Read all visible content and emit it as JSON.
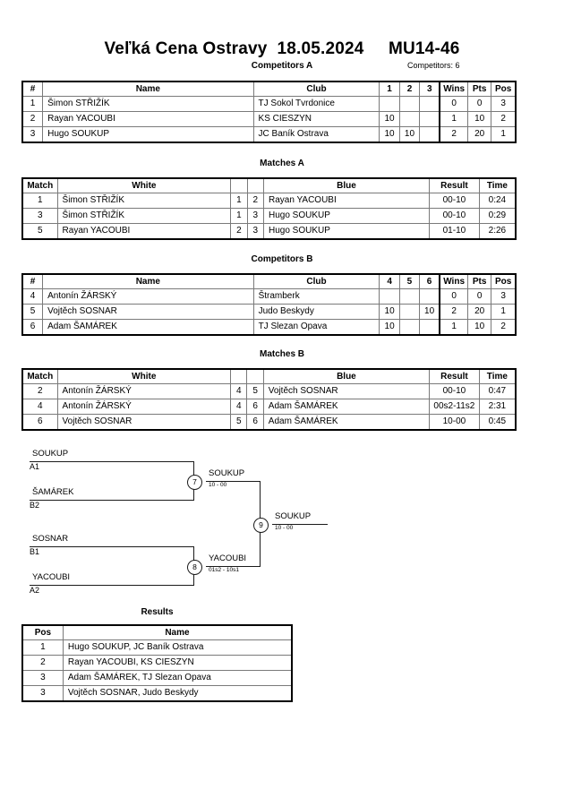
{
  "header": {
    "title": "Veľká Cena Ostravy  18.05.2024     MU14-46",
    "competitors_label": "Competitors: 6"
  },
  "captions": {
    "competitors_a": "Competitors A",
    "matches_a": "Matches A",
    "competitors_b": "Competitors B",
    "matches_b": "Matches B",
    "results": "Results"
  },
  "competitors_a": {
    "columns": [
      "#",
      "Name",
      "Club",
      "1",
      "2",
      "3",
      "Wins",
      "Pts",
      "Pos"
    ],
    "rows": [
      {
        "num": "1",
        "name": "Šimon STŘIŽÍK",
        "club": "TJ Sokol Tvrdonice",
        "s1": "",
        "s2": "",
        "s3": "",
        "wins": "0",
        "pts": "0",
        "pos": "3"
      },
      {
        "num": "2",
        "name": "Rayan YACOUBI",
        "club": "KS CIESZYN",
        "s1": "10",
        "s2": "",
        "s3": "",
        "wins": "1",
        "pts": "10",
        "pos": "2"
      },
      {
        "num": "3",
        "name": "Hugo SOUKUP",
        "club": "JC Baník Ostrava",
        "s1": "10",
        "s2": "10",
        "s3": "",
        "wins": "2",
        "pts": "20",
        "pos": "1"
      }
    ]
  },
  "matches_a": {
    "columns": [
      "Match",
      "White",
      "",
      "",
      "Blue",
      "Result",
      "Time"
    ],
    "rows": [
      {
        "match": "1",
        "white": "Šimon STŘIŽÍK",
        "wnum": "1",
        "bnum": "2",
        "blue": "Rayan YACOUBI",
        "result": "00-10",
        "time": "0:24"
      },
      {
        "match": "3",
        "white": "Šimon STŘIŽÍK",
        "wnum": "1",
        "bnum": "3",
        "blue": "Hugo SOUKUP",
        "result": "00-10",
        "time": "0:29"
      },
      {
        "match": "5",
        "white": "Rayan YACOUBI",
        "wnum": "2",
        "bnum": "3",
        "blue": "Hugo SOUKUP",
        "result": "01-10",
        "time": "2:26"
      }
    ]
  },
  "competitors_b": {
    "columns": [
      "#",
      "Name",
      "Club",
      "4",
      "5",
      "6",
      "Wins",
      "Pts",
      "Pos"
    ],
    "rows": [
      {
        "num": "4",
        "name": "Antonín ŽÁRSKÝ",
        "club": "Štramberk",
        "s1": "",
        "s2": "",
        "s3": "",
        "wins": "0",
        "pts": "0",
        "pos": "3"
      },
      {
        "num": "5",
        "name": "Vojtěch SOSNAR",
        "club": "Judo Beskydy",
        "s1": "10",
        "s2": "",
        "s3": "10",
        "wins": "2",
        "pts": "20",
        "pos": "1"
      },
      {
        "num": "6",
        "name": "Adam ŠAMÁREK",
        "club": "TJ Slezan Opava",
        "s1": "10",
        "s2": "",
        "s3": "",
        "wins": "1",
        "pts": "10",
        "pos": "2"
      }
    ]
  },
  "matches_b": {
    "columns": [
      "Match",
      "White",
      "",
      "",
      "Blue",
      "Result",
      "Time"
    ],
    "rows": [
      {
        "match": "2",
        "white": "Antonín ŽÁRSKÝ",
        "wnum": "4",
        "bnum": "5",
        "blue": "Vojtěch SOSNAR",
        "result": "00-10",
        "time": "0:47"
      },
      {
        "match": "4",
        "white": "Antonín ŽÁRSKÝ",
        "wnum": "4",
        "bnum": "6",
        "blue": "Adam ŠAMÁREK",
        "result": "00s2-11s2",
        "time": "2:31"
      },
      {
        "match": "6",
        "white": "Vojtěch SOSNAR",
        "wnum": "5",
        "bnum": "6",
        "blue": "Adam ŠAMÁREK",
        "result": "10-00",
        "time": "0:45"
      }
    ]
  },
  "bracket": {
    "entries": [
      {
        "name": "SOUKUP",
        "seed": "A1"
      },
      {
        "name": "ŠAMÁREK",
        "seed": "B2"
      },
      {
        "name": "SOSNAR",
        "seed": "B1"
      },
      {
        "name": "YACOUBI",
        "seed": "A2"
      }
    ],
    "matches": [
      {
        "number": "7",
        "winner": "SOUKUP",
        "score": "10 - 00"
      },
      {
        "number": "8",
        "winner": "YACOUBI",
        "score": "01s2 - 10s1"
      },
      {
        "number": "9",
        "winner": "SOUKUP",
        "score": "10 - 00"
      }
    ]
  },
  "results": {
    "columns": [
      "Pos",
      "Name"
    ],
    "rows": [
      {
        "pos": "1",
        "name": "Hugo SOUKUP, JC Baník Ostrava"
      },
      {
        "pos": "2",
        "name": "Rayan YACOUBI, KS CIESZYN"
      },
      {
        "pos": "3",
        "name": "Adam ŠAMÁREK, TJ Slezan Opava"
      },
      {
        "pos": "3",
        "name": "Vojtěch SOSNAR, Judo Beskydy"
      }
    ]
  }
}
